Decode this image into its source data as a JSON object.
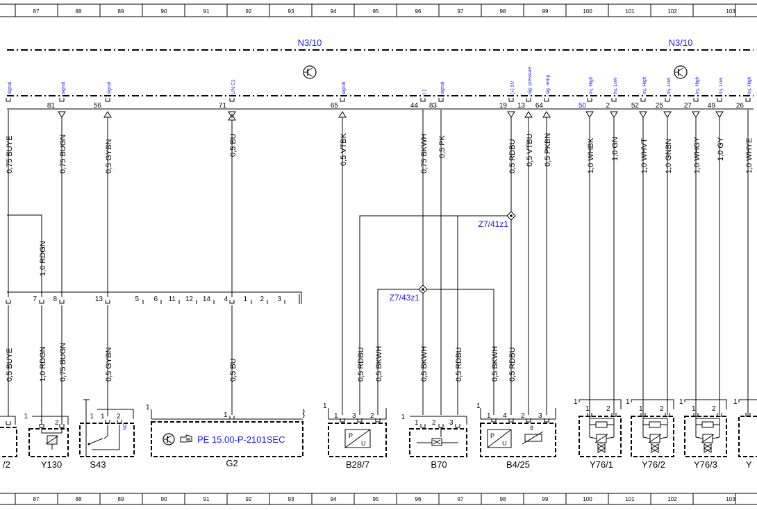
{
  "colors": {
    "line": "#000000",
    "blue_text": "#1a1aff",
    "background": "#ffffff"
  },
  "ruler": [
    "87",
    "88",
    "89",
    "90",
    "91",
    "92",
    "93",
    "94",
    "95",
    "96",
    "97",
    "98",
    "99",
    "100",
    "101",
    "102",
    "103"
  ],
  "modules": {
    "left": "N3/10",
    "right": "N3/10"
  },
  "connector_pins": [
    {
      "signal": "signal",
      "pin": ""
    },
    {
      "signal": "signal",
      "pin": "81"
    },
    {
      "signal": "signal",
      "pin": "56"
    },
    {
      "signal": "LIN C1",
      "pin": "71"
    },
    {
      "signal": "signal",
      "pin": "65"
    },
    {
      "signal": "(-)",
      "pin": "44"
    },
    {
      "signal": "signal",
      "pin": "83"
    },
    {
      "signal": "(+) 5V",
      "pin": "19"
    },
    {
      "signal": "sig. pressure",
      "pin": "13"
    },
    {
      "signal": "sig. temp.",
      "pin": "64"
    },
    {
      "signal": "Inj. High",
      "pin": "50"
    },
    {
      "signal": "Inj. Low",
      "pin": "2"
    },
    {
      "signal": "Inj. High",
      "pin": "52"
    },
    {
      "signal": "Inj. Low",
      "pin": "25"
    },
    {
      "signal": "Inj. High",
      "pin": "27"
    },
    {
      "signal": "Inj. Low",
      "pin": "49"
    },
    {
      "signal": "Inj. High",
      "pin": "26"
    }
  ],
  "upper_wires": [
    "0,75 BUYE",
    "0,75 BUGN",
    "0,5 GYBN",
    "0,5 BU",
    "0,5 VTBK",
    "0,75 BKWH",
    "0,5 PK",
    "0,5 RDBU",
    "0,5 VTBU",
    "0,5 PKBN",
    "1,0 WHBK",
    "1,0 GN",
    "1,0 WHVT",
    "1,0 GNBN",
    "1,0 WHGY",
    "1,0 GY",
    "1,0 WHYE"
  ],
  "left_wire": "1,0 RDGN",
  "splices": {
    "top": "Z7/41z1",
    "bottom": "Z7/43z1"
  },
  "bar_pins": [
    "7",
    "8",
    "13",
    "5",
    "6",
    "11",
    "12",
    "14",
    "4",
    "1",
    "2",
    "3"
  ],
  "lower_wires": [
    "0,5 BUYE",
    "1,0 RDGN",
    "0,75 BUGN",
    "0,5 GYBN",
    "0,5 BU",
    "0,5 RDBU",
    "0,5 BKWH",
    "0,5 BKWH",
    "0,5 RDBU",
    "0,5 BKWH",
    "0,5 RDBU"
  ],
  "component_pins": {
    "one": "1",
    "two": "2",
    "three": "3",
    "four": "4",
    "nc": "NC"
  },
  "components": {
    "c_edge": "/2",
    "y130": "Y130",
    "s43": "S43",
    "g2": "G2",
    "g2_ref": "PE 15.00-P-2101SEC",
    "b28_7": "B28/7",
    "b70": "B70",
    "b4_25": "B4/25",
    "y76_1": "Y76/1",
    "y76_2": "Y76/2",
    "y76_3": "Y76/3",
    "y_edge": "Y"
  },
  "sensor_symbol": {
    "p": "P",
    "u": "U",
    "theta": "ϑ"
  }
}
